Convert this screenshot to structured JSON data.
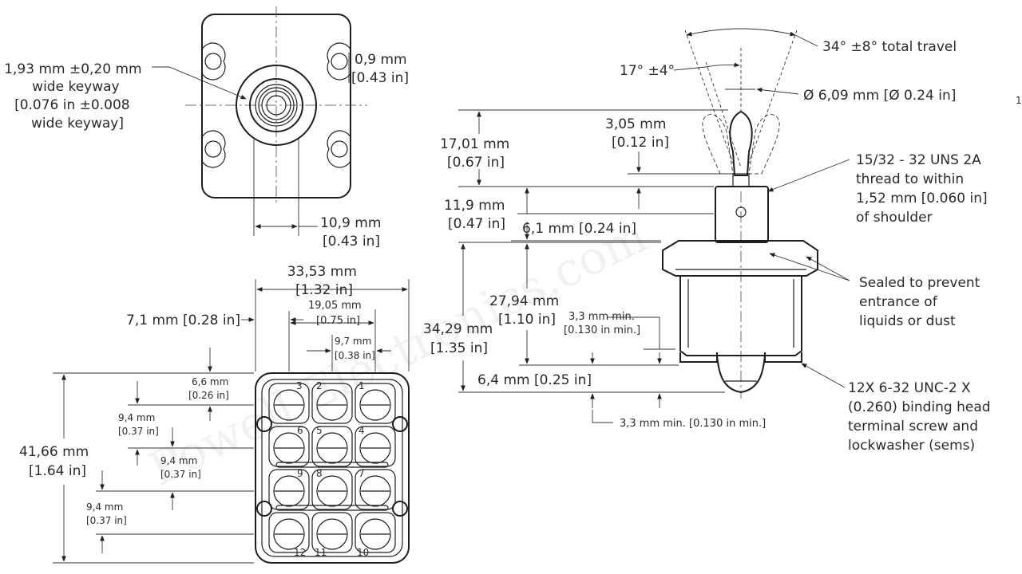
{
  "front_view": {
    "keyway_width": [
      "1,93 mm ±0,20 mm",
      "wide keyway",
      "[0.076 in ±0.008",
      "wide keyway]"
    ],
    "hole_offset": [
      "0,9 mm",
      "[0.43 in]"
    ],
    "hole_spacing": [
      "10,9 mm",
      "[0.43 in]"
    ]
  },
  "bottom_view": {
    "width": [
      "33,53 mm",
      "[1.32 in]"
    ],
    "offset_7_1": "7,1 mm [0.28 in]",
    "pitch_19_05": [
      "19,05 mm",
      "[0.75 in]"
    ],
    "pitch_9_7": [
      "9,7 mm",
      "[0.38 in]"
    ],
    "row_6_6": [
      "6,6 mm",
      "[0.26 in]"
    ],
    "row_9_4_a": [
      "9,4 mm",
      "[0.37 in]"
    ],
    "row_9_4_b": [
      "9,4 mm",
      "[0.37 in]"
    ],
    "row_9_4_c": [
      "9,4 mm",
      "[0.37 in]"
    ],
    "height": [
      "41,66 mm",
      "[1.64 in]"
    ],
    "terminal_numbers": [
      "3",
      "2",
      "1",
      "6",
      "5",
      "4",
      "9",
      "8",
      "7",
      "12",
      "11",
      "10"
    ]
  },
  "side_view": {
    "travel": "34° ±8° total travel",
    "angle": "17° ±4°",
    "lever_diameter": "Ø 6,09 mm [Ø 0.24 in]",
    "lever_height": [
      "17,01 mm",
      "[0.67 in]"
    ],
    "lever_tip": [
      "3,05 mm",
      "[0.12 in]"
    ],
    "thread": [
      "15/32 - 32 UNS 2A",
      "thread to within",
      "1,52 mm [0.060 in]",
      "of shoulder"
    ],
    "bushing_height": [
      "11,9 mm",
      "[0.47 in]"
    ],
    "bushing_6_1": "6,1 mm [0.24 in]",
    "seal_note": [
      "Sealed to prevent",
      "entrance of",
      "liquids or dust"
    ],
    "body_27_94": [
      "27,94 mm",
      "[1.10 in]"
    ],
    "body_34_29": [
      "34,29 mm",
      "[1.35 in]"
    ],
    "clearance_top": [
      "3,3 mm min.",
      "[0.130 in min.]"
    ],
    "terminal_6_4": "6,4 mm [0.25 in]",
    "clearance_bottom": "3,3 mm min. [0.130 in min.]",
    "screw_note": [
      "12X 6-32 UNC-2 X",
      "(0.260) binding head",
      "terminal screw and",
      "lockwasher (sems)"
    ]
  },
  "watermark": "Powell Electronics.com",
  "edge_mark": "1"
}
